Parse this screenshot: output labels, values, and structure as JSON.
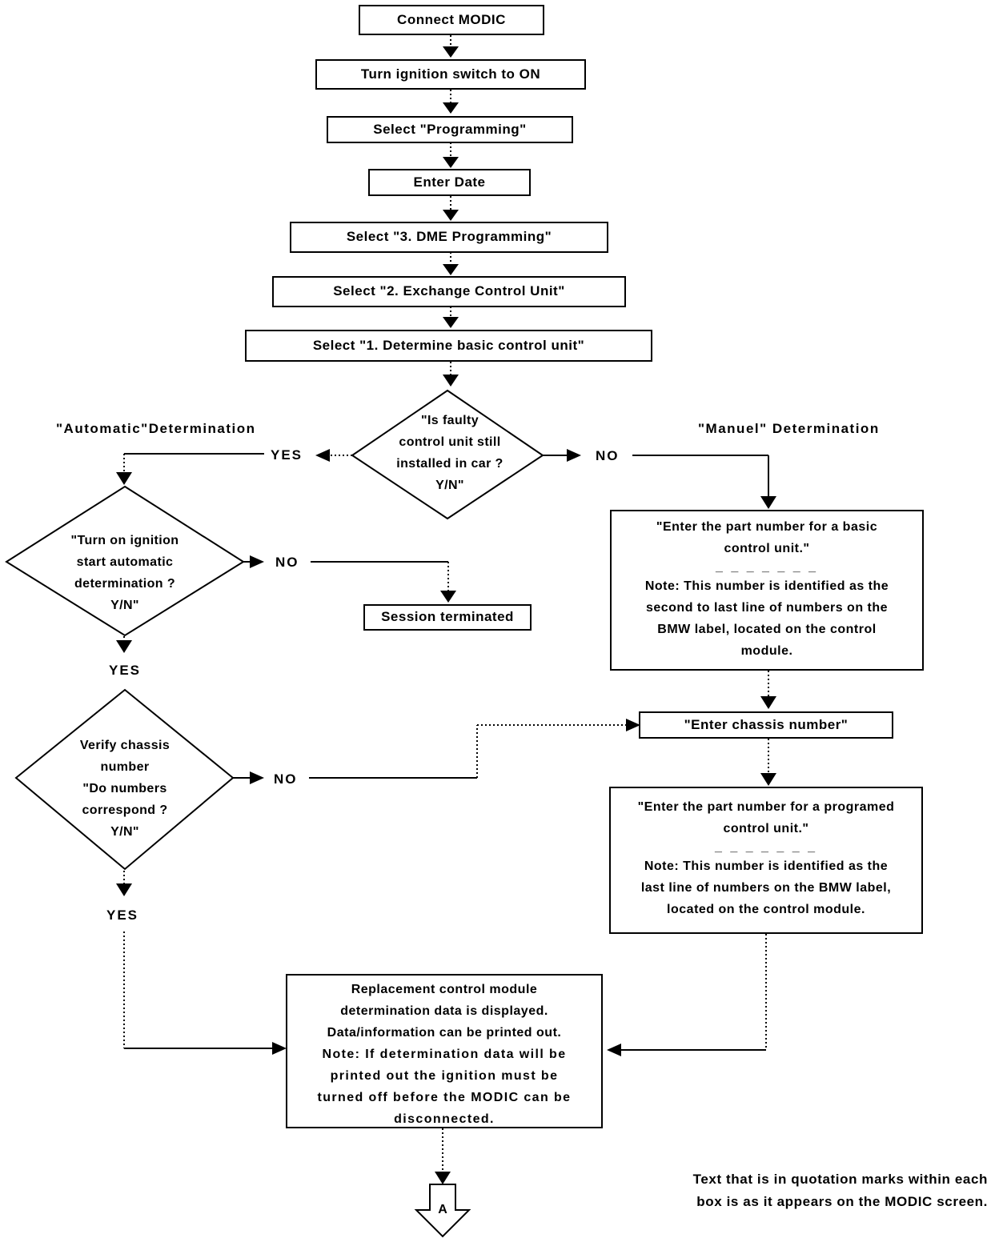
{
  "steps": {
    "connect": "Connect MODIC",
    "ignition_on": "Turn ignition switch to ON",
    "programming": "Select \"Programming\"",
    "enter_date": "Enter Date",
    "dme_programming": "Select \"3. DME Programming\"",
    "exchange_unit": "Select \"2. Exchange Control Unit\"",
    "determine_basic": "Select \"1. Determine basic control unit\""
  },
  "decisions": {
    "faulty_installed": [
      "\"Is faulty",
      "control unit still",
      "installed in car ?",
      "Y/N\""
    ],
    "auto_determination": [
      "\"Turn on ignition",
      "start automatic",
      "determination ?",
      "Y/N\""
    ],
    "verify_chassis": [
      "Verify chassis",
      "number",
      "\"Do numbers",
      "correspond ?",
      "Y/N\""
    ]
  },
  "headings": {
    "automatic": "\"Automatic\"Determination",
    "manual": "\"Manuel\" Determination"
  },
  "labels": {
    "yes_top": "YES",
    "no_top": "NO",
    "no_auto": "NO",
    "yes_auto": "YES",
    "no_chassis": "NO",
    "yes_chassis": "YES"
  },
  "boxes": {
    "session_terminated": "Session terminated",
    "enter_basic": {
      "lines": [
        "\"Enter the part number for a basic",
        "control unit.\""
      ],
      "dash": "_ _ _ _ _ _ _",
      "note": [
        "Note: This number is identified as the",
        "second to last line of numbers on the",
        "BMW  label, located on the control",
        "module."
      ]
    },
    "enter_chassis": "\"Enter chassis number\"",
    "enter_programmed": {
      "lines": [
        "\"Enter the part number for a programed",
        "control unit.\""
      ],
      "dash": "_ _ _ _ _ _ _",
      "note": [
        "Note: This number is identified as the",
        "last line of numbers on the BMW label,",
        "located on the control module."
      ]
    },
    "replacement": {
      "lines": [
        "Replacement control module",
        "determination data is displayed.",
        "Data/information can be printed out."
      ],
      "note": [
        "Note: If determination data will be",
        "printed out the ignition must be",
        "turned off before the MODIC can be",
        "disconnected."
      ]
    }
  },
  "connector": "A",
  "footnote": [
    "Text that is in quotation marks within each",
    "box is as it appears on the MODIC screen."
  ]
}
